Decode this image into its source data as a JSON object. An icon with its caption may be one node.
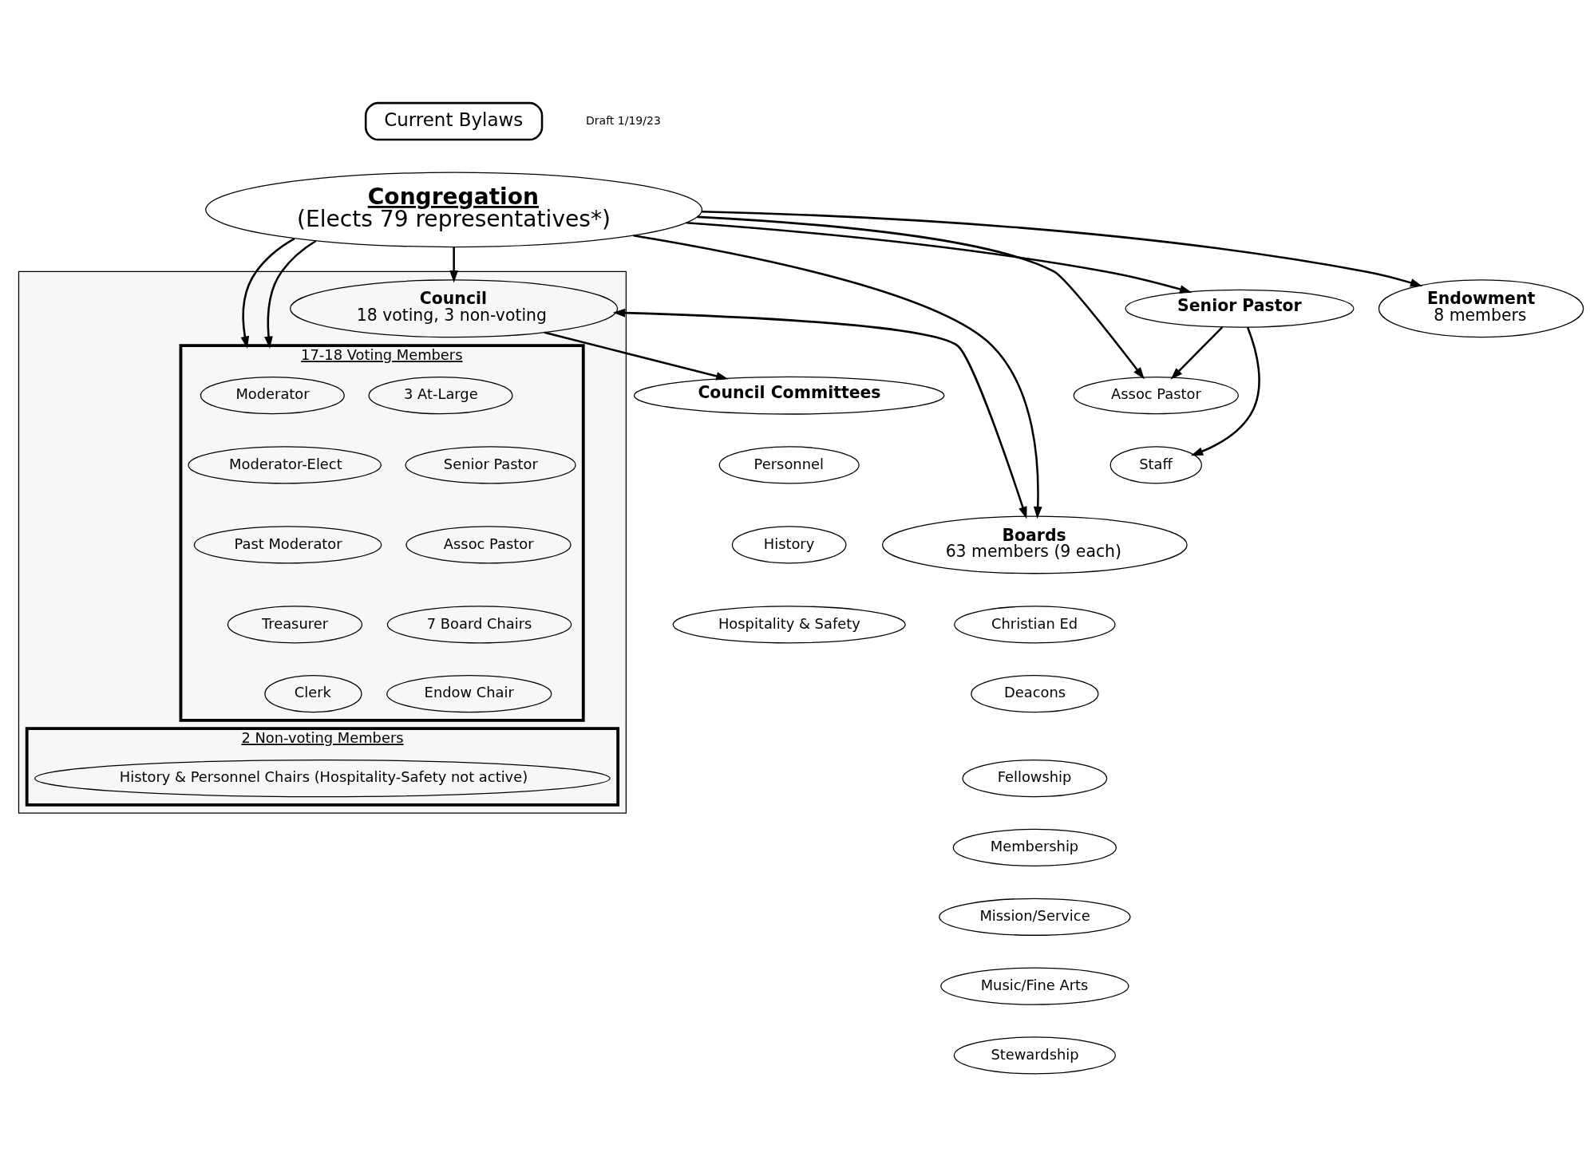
{
  "diagram": {
    "nodes": [
      {
        "text": [
          "Current Bylaws"
        ]
      },
      {
        "text": [
          "Congregation",
          "(Elects 79 representatives*)"
        ]
      },
      {
        "text": [
          "Senior Pastor"
        ]
      },
      {
        "text": [
          "Assoc Pastor"
        ]
      },
      {
        "text": [
          "Staff"
        ]
      },
      {
        "text": [
          "Boards",
          "63 members (9 each)"
        ]
      },
      {
        "text": [
          "Christian Ed"
        ]
      },
      {
        "text": [
          "Deacons"
        ]
      },
      {
        "text": [
          "Fellowship"
        ]
      },
      {
        "text": [
          "Membership"
        ]
      },
      {
        "text": [
          "Mission/Service"
        ]
      },
      {
        "text": [
          "Music/Fine Arts"
        ]
      },
      {
        "text": [
          "Stewardship"
        ]
      },
      {
        "text": [],
        "shape": "box"
      },
      {
        "text": [
          "Council",
          "18 voting, 3 non-voting"
        ],
        "in": 13
      },
      {
        "text": [
          "17-18 Voting Members"
        ],
        "in": 13
      },
      {
        "text": [
          "Moderator"
        ],
        "in": 15
      },
      {
        "text": [
          "3 At-Large"
        ],
        "in": 15
      },
      {
        "text": [
          "Moderator-Elect"
        ],
        "in": 15
      },
      {
        "text": [
          "Senior Pastor"
        ],
        "in": 15
      },
      {
        "text": [
          "Past Moderator"
        ],
        "in": 15
      },
      {
        "text": [
          "Assoc Pastor"
        ],
        "in": 15
      },
      {
        "text": [
          "Treasurer"
        ],
        "in": 15
      },
      {
        "text": [
          "7 Board Chairs"
        ],
        "in": 15
      },
      {
        "text": [
          "Clerk"
        ],
        "in": 15
      },
      {
        "text": [
          "Endow Chair"
        ],
        "in": 15
      },
      {
        "text": [
          "2 Non-voting Members"
        ],
        "in": 13
      },
      {
        "text": [
          "History & Personnel Chairs (Hospitality-Safety not active)"
        ],
        "in": 26
      },
      {
        "text": [
          "Endowment",
          "8 members"
        ]
      },
      {
        "text": [
          "Council Committees"
        ]
      },
      {
        "text": [
          "Personnel"
        ]
      },
      {
        "text": [
          "History"
        ]
      },
      {
        "text": [
          "Hospitality & Safety"
        ]
      }
    ],
    "edges": [
      {
        "from": 1,
        "to": 2,
        "arrow": "to"
      },
      {
        "from": 1,
        "to": 3,
        "arrow": "to"
      },
      {
        "from": 1,
        "to": 5,
        "arrow": "to"
      },
      {
        "from": 1,
        "to": 15,
        "arrow": "to"
      },
      {
        "from": 1,
        "to": 14,
        "arrow": "to"
      },
      {
        "from": 1,
        "to": 15,
        "arrow": "to"
      },
      {
        "from": 1,
        "to": 28,
        "arrow": "to"
      },
      {
        "from": 2,
        "to": 3,
        "arrow": "to"
      },
      {
        "from": 2,
        "to": 4,
        "arrow": "to"
      },
      {
        "from": 14,
        "to": 5,
        "arrow": "both"
      },
      {
        "from": 14,
        "to": 29,
        "arrow": "to"
      }
    ],
    "labels": [
      "Draft 1/19/23"
    ]
  }
}
